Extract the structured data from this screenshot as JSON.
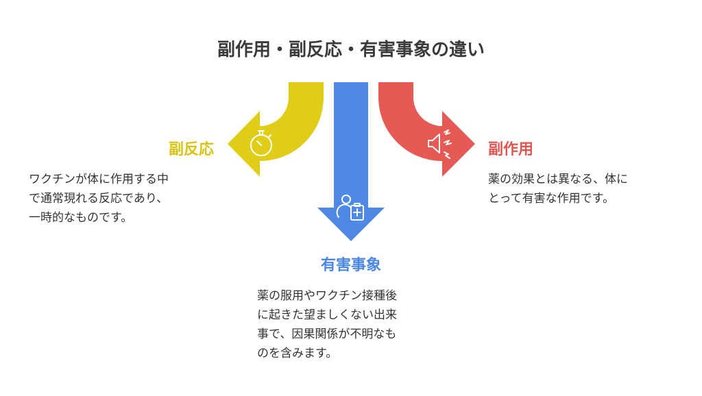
{
  "title": "副作用・副反応・有害事象の違い",
  "colors": {
    "yellow": "#e0cd17",
    "blue": "#4e8ae5",
    "red": "#e55a55"
  },
  "items": [
    {
      "label": "副反応",
      "icon": "stopwatch-icon",
      "description": [
        "ワクチンが体に作用する中",
        "で通常現れる反応であり、",
        "一時的なものです。"
      ]
    },
    {
      "label": "有害事象",
      "icon": "patient-clipboard-icon",
      "description": [
        "薬の服用やワクチン接種後",
        "に起きた望ましくない出来",
        "事で、因果関係が不明なも",
        "のを含みます。"
      ]
    },
    {
      "label": "副作用",
      "icon": "speaker-alert-icon",
      "description": [
        "薬の効果とは異なる、体に",
        "とって有害な作用です。"
      ]
    }
  ]
}
